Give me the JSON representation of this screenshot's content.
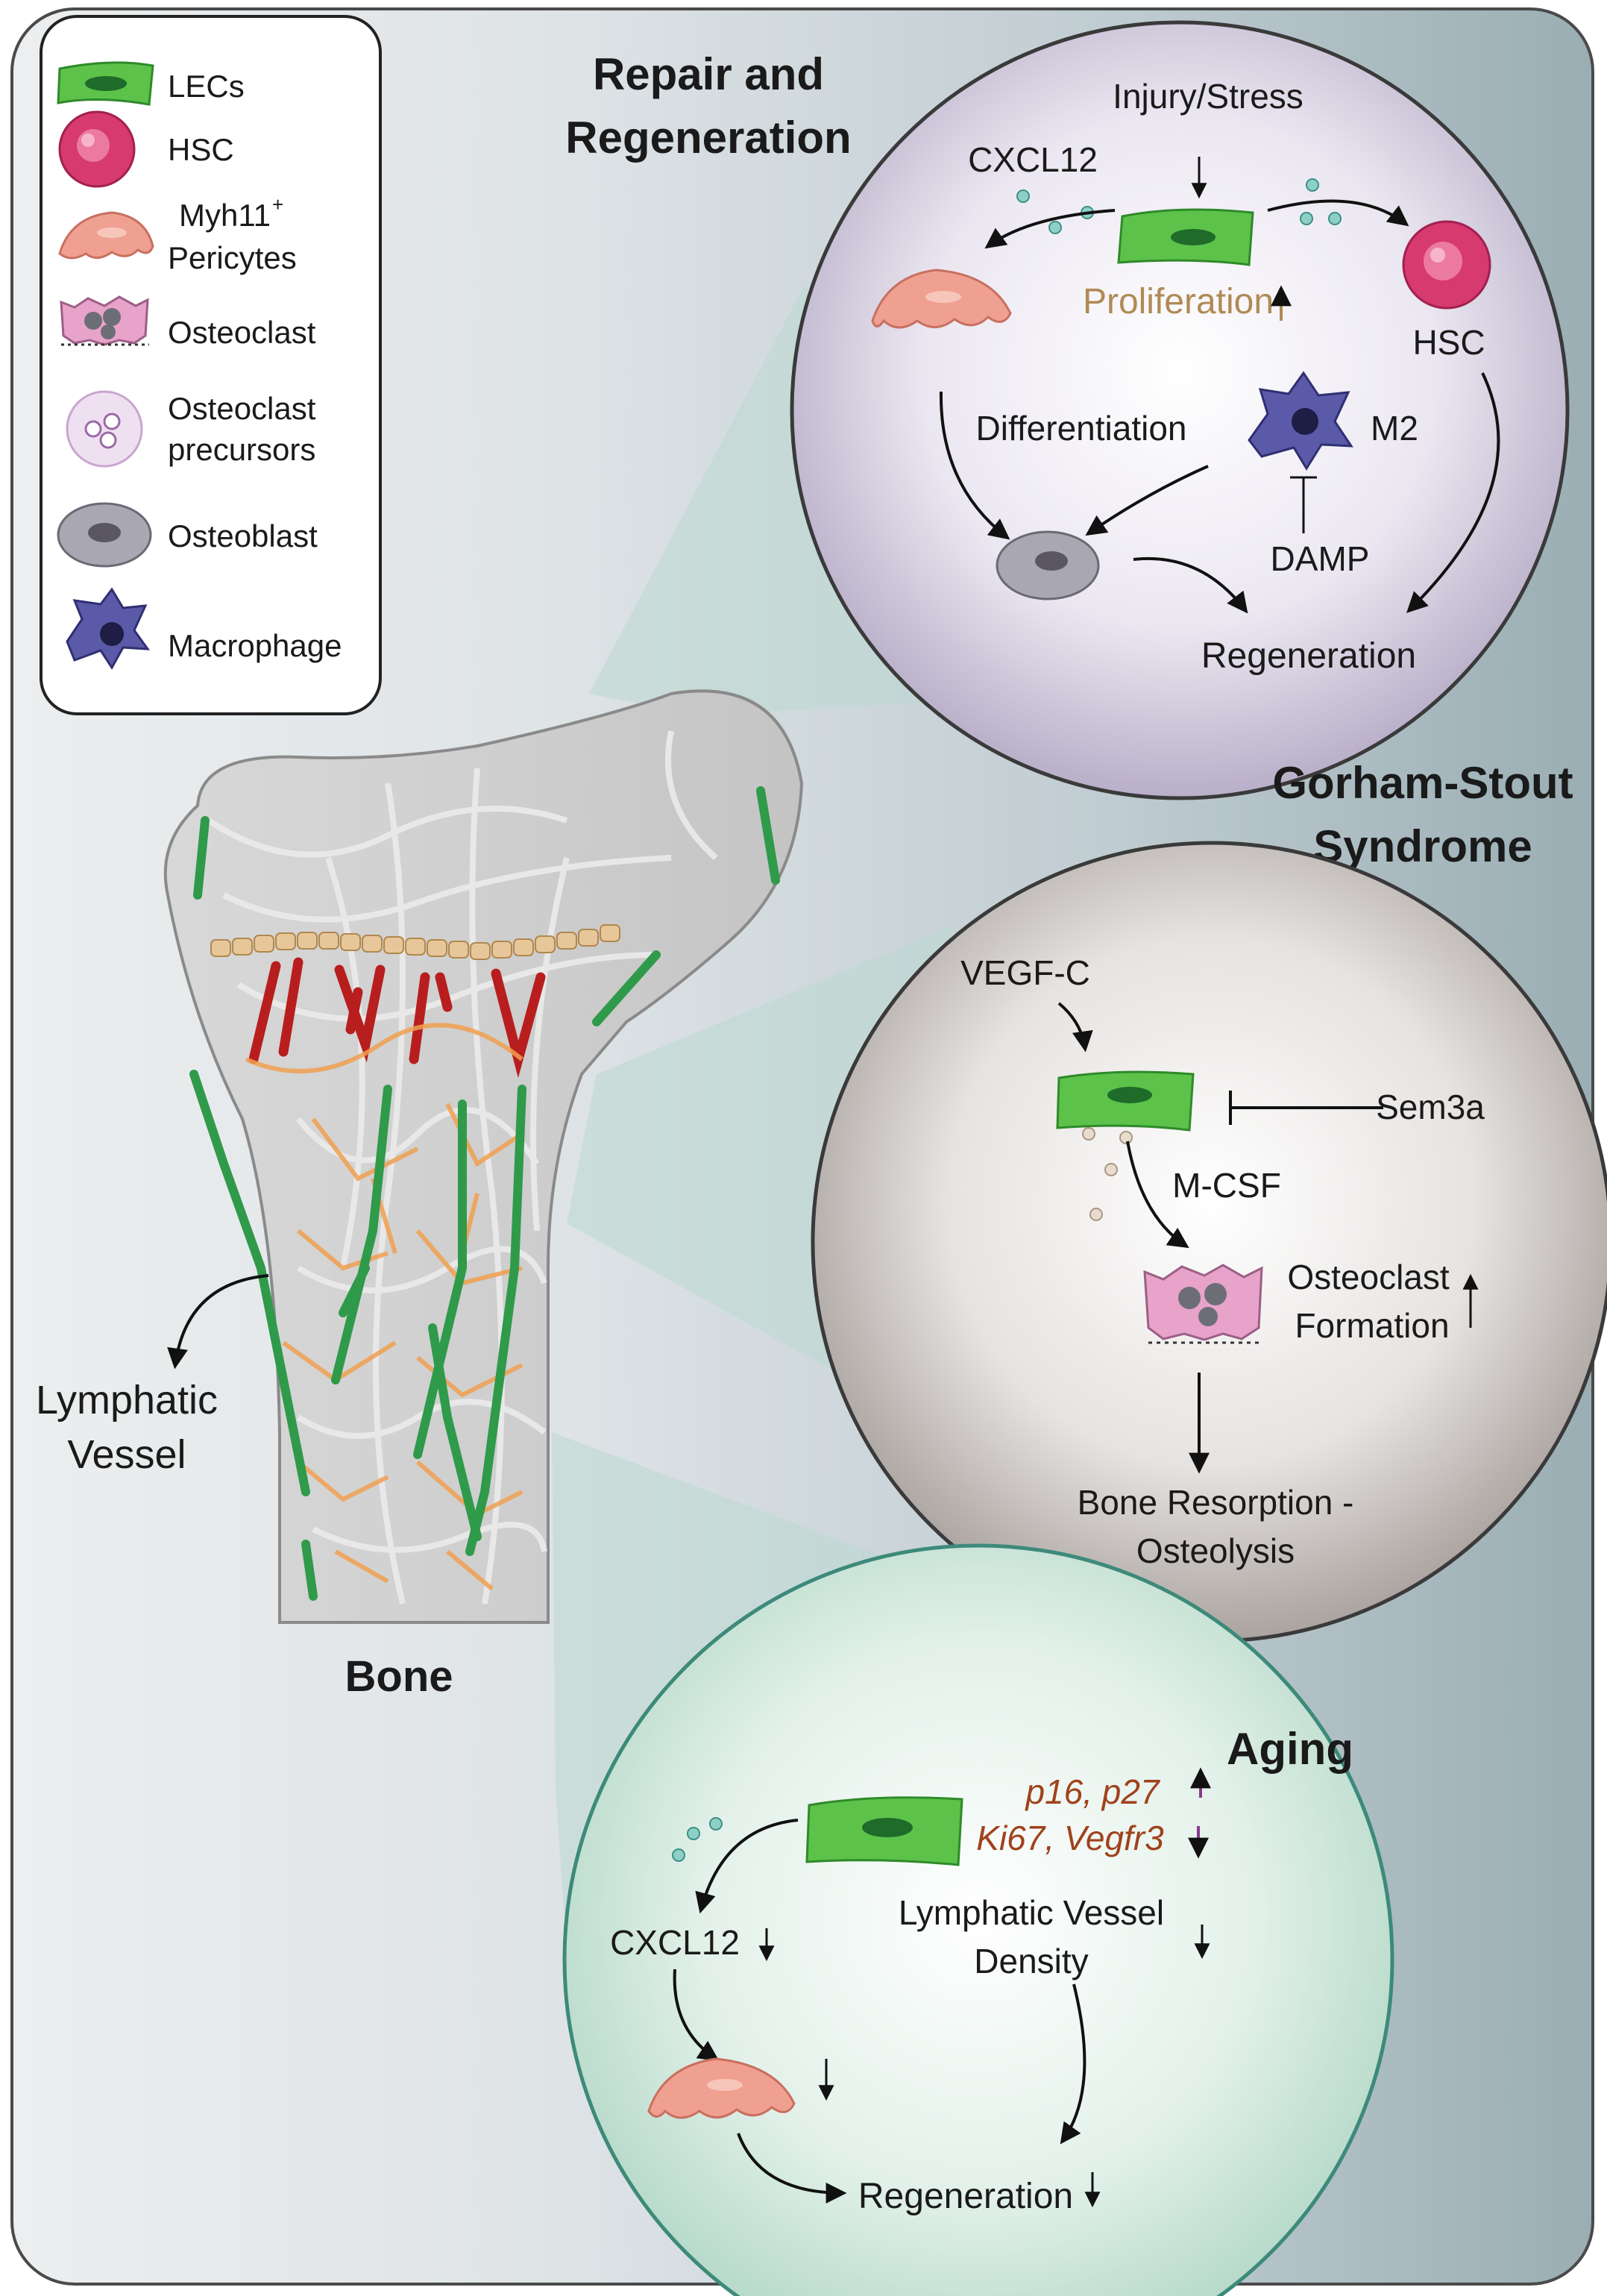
{
  "legend": {
    "lecs": "LECs",
    "hsc": "HSC",
    "myh11": "Myh11",
    "myh11_sup": "+",
    "pericytes": "Pericytes",
    "osteoclast": "Osteoclast",
    "precursors_1": "Osteoclast",
    "precursors_2": "precursors",
    "osteoblast": "Osteoblast",
    "macrophage": "Macrophage"
  },
  "repair": {
    "title_1": "Repair and",
    "title_2": "Regeneration",
    "injury": "Injury/Stress",
    "cxcl12": "CXCL12",
    "proliferation": "Proliferation",
    "hsc": "HSC",
    "differentiation": "Differentiation",
    "m2": "M2",
    "damp": "DAMP",
    "regeneration": "Regeneration"
  },
  "gorham": {
    "title_1": "Gorham-Stout",
    "title_2": "Syndrome",
    "vegfc": "VEGF-C",
    "sem3a": "Sem3a",
    "mcsf": "M-CSF",
    "osteoclast_1": "Osteoclast",
    "osteoclast_2": "Formation",
    "resorption_1": "Bone Resorption -",
    "resorption_2": "Osteolysis"
  },
  "aging": {
    "title": "Aging",
    "markers_up": "p16, p27",
    "markers_down": "Ki67, Vegfr3",
    "cxcl12": "CXCL12",
    "density_1": "Lymphatic Vessel",
    "density_2": "Density",
    "regeneration": "Regeneration"
  },
  "bone": {
    "label": "Bone",
    "vessel_1": "Lymphatic",
    "vessel_2": "Vessel"
  },
  "colors": {
    "lec_green": "#5cc24a",
    "hsc_pink": "#d63a6e",
    "pericyte": "#f0a090",
    "osteoclast": "#e7a3c9",
    "macrophage": "#5a5aa8",
    "osteoblast": "#9c9aa3",
    "proliferation_text": "#b08a55",
    "aging_marker_text": "#a0421c",
    "arrow_up_purple": "#8a3a8a"
  }
}
